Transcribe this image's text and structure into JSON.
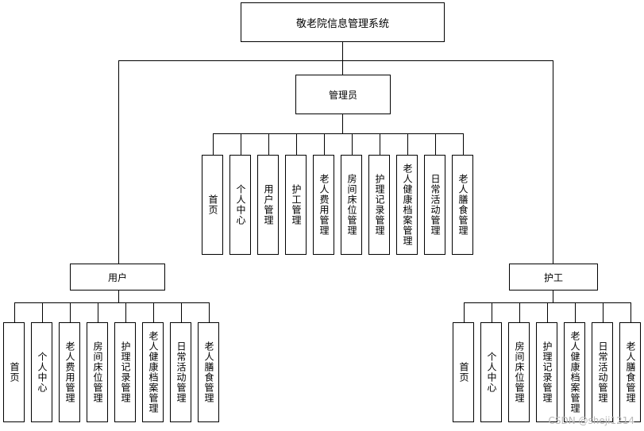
{
  "title": "敬老院信息管理系统",
  "admin": {
    "label": "管理员",
    "modules": [
      "首页",
      "个人中心",
      "用户管理",
      "护工管理",
      "老人费用管理",
      "房间床位管理",
      "护理记录管理",
      "老人健康档案管理",
      "日常活动管理",
      "老人膳食管理"
    ]
  },
  "user": {
    "label": "用户",
    "modules": [
      "首页",
      "个人中心",
      "老人费用管理",
      "房间床位管理",
      "护理记录管理",
      "老人健康档案管理",
      "日常活动管理",
      "老人膳食管理"
    ]
  },
  "caregiver": {
    "label": "护工",
    "modules": [
      "首页",
      "个人中心",
      "房间床位管理",
      "护理记录管理",
      "老人健康档案管理",
      "日常活动管理",
      "老人膳食管理"
    ]
  },
  "watermark": "CSDN @sheji1214"
}
